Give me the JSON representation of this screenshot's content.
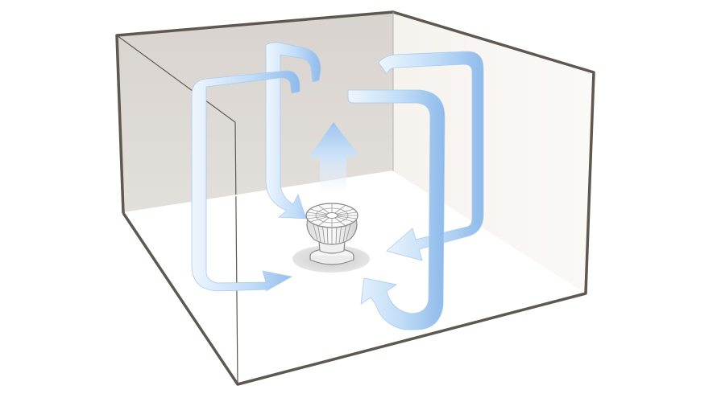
{
  "diagram": {
    "subject": "fan-room-air-circulation",
    "colors": {
      "background": "#ffffff",
      "back_wall": "#dcd8d3",
      "right_wall": "#f8f5f2",
      "floor": "#ffffff",
      "room_edge": "#5e5850",
      "airflow_light": "#eaf3fd",
      "airflow_mid": "#b7d6f6",
      "airflow_dark": "#8fbaea",
      "fan_body": "#f3f3f3",
      "fan_stroke": "#8a8a8a",
      "fan_shadow": "#cfcfcf"
    },
    "components": [
      "room",
      "floor-fan",
      "air-flow-arrows"
    ]
  }
}
